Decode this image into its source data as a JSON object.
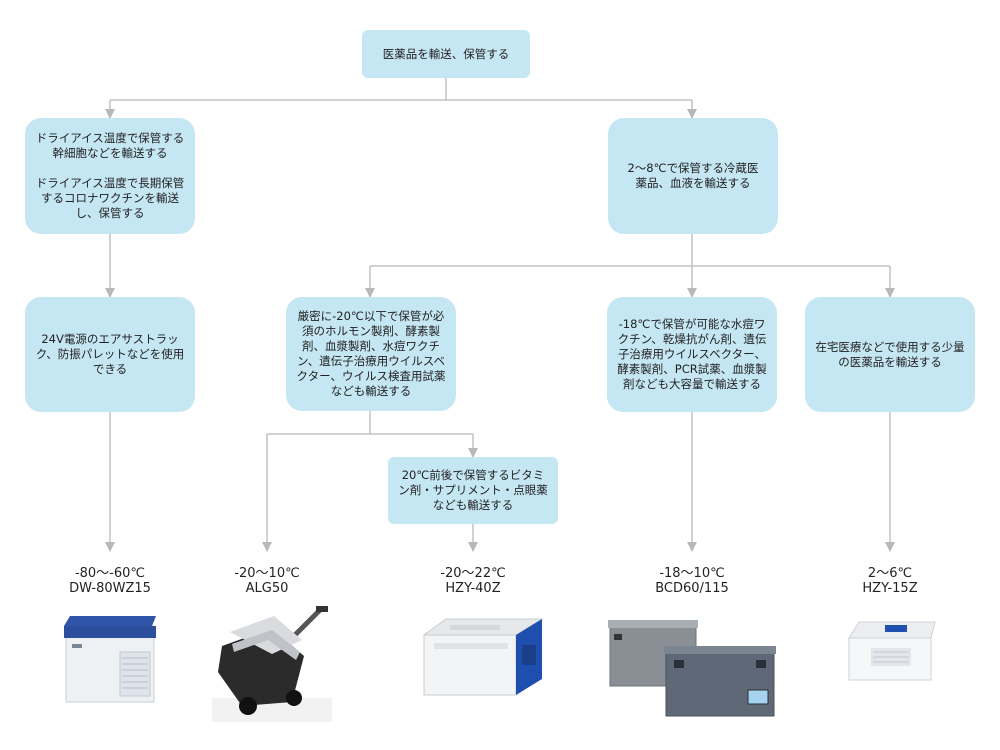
{
  "nodes": {
    "root": "医薬品を輸送、保管する",
    "dry_ice": "ドライアイス温度で保管する幹細胞などを輸送する\n\nドライアイス温度で長期保管するコロナワクチンを輸送し、保管する",
    "cold": "2～8℃で保管する冷蔵医薬品、血液を輸送する",
    "power": "24V電源のエアサストラック、防振パレットなどを使用できる",
    "strict": "厳密に-20℃以下で保管が必須のホルモン製剤、酵素製剤、血漿製剤、水痘ワクチン、遺伝子治療用ウイルスベクター、ウイルス検査用試薬なども輸送する",
    "vitamin": "20℃前後で保管するビタミン剤・サプリメント・点眼薬なども輸送する",
    "minus18": "-18℃で保管が可能な水痘ワクチン、乾燥抗がん剤、遺伝子治療用ウイルスベクター、酵素製剤、PCR試薬、血漿製剤なども大容量で輸送する",
    "home": "在宅医療などで使用する少量の医薬品を輸送する"
  },
  "products": [
    {
      "temp": "-80～-60℃",
      "model": "DW-80WZ15"
    },
    {
      "temp": "-20～10℃",
      "model": "ALG50"
    },
    {
      "temp": "-20～22℃",
      "model": "HZY-40Z"
    },
    {
      "temp": "-18～10℃",
      "model": "BCD60/115"
    },
    {
      "temp": "2～6℃",
      "model": "HZY-15Z"
    }
  ],
  "colors": {
    "box": "#c5e6f3",
    "line": "#b8b8b8"
  }
}
